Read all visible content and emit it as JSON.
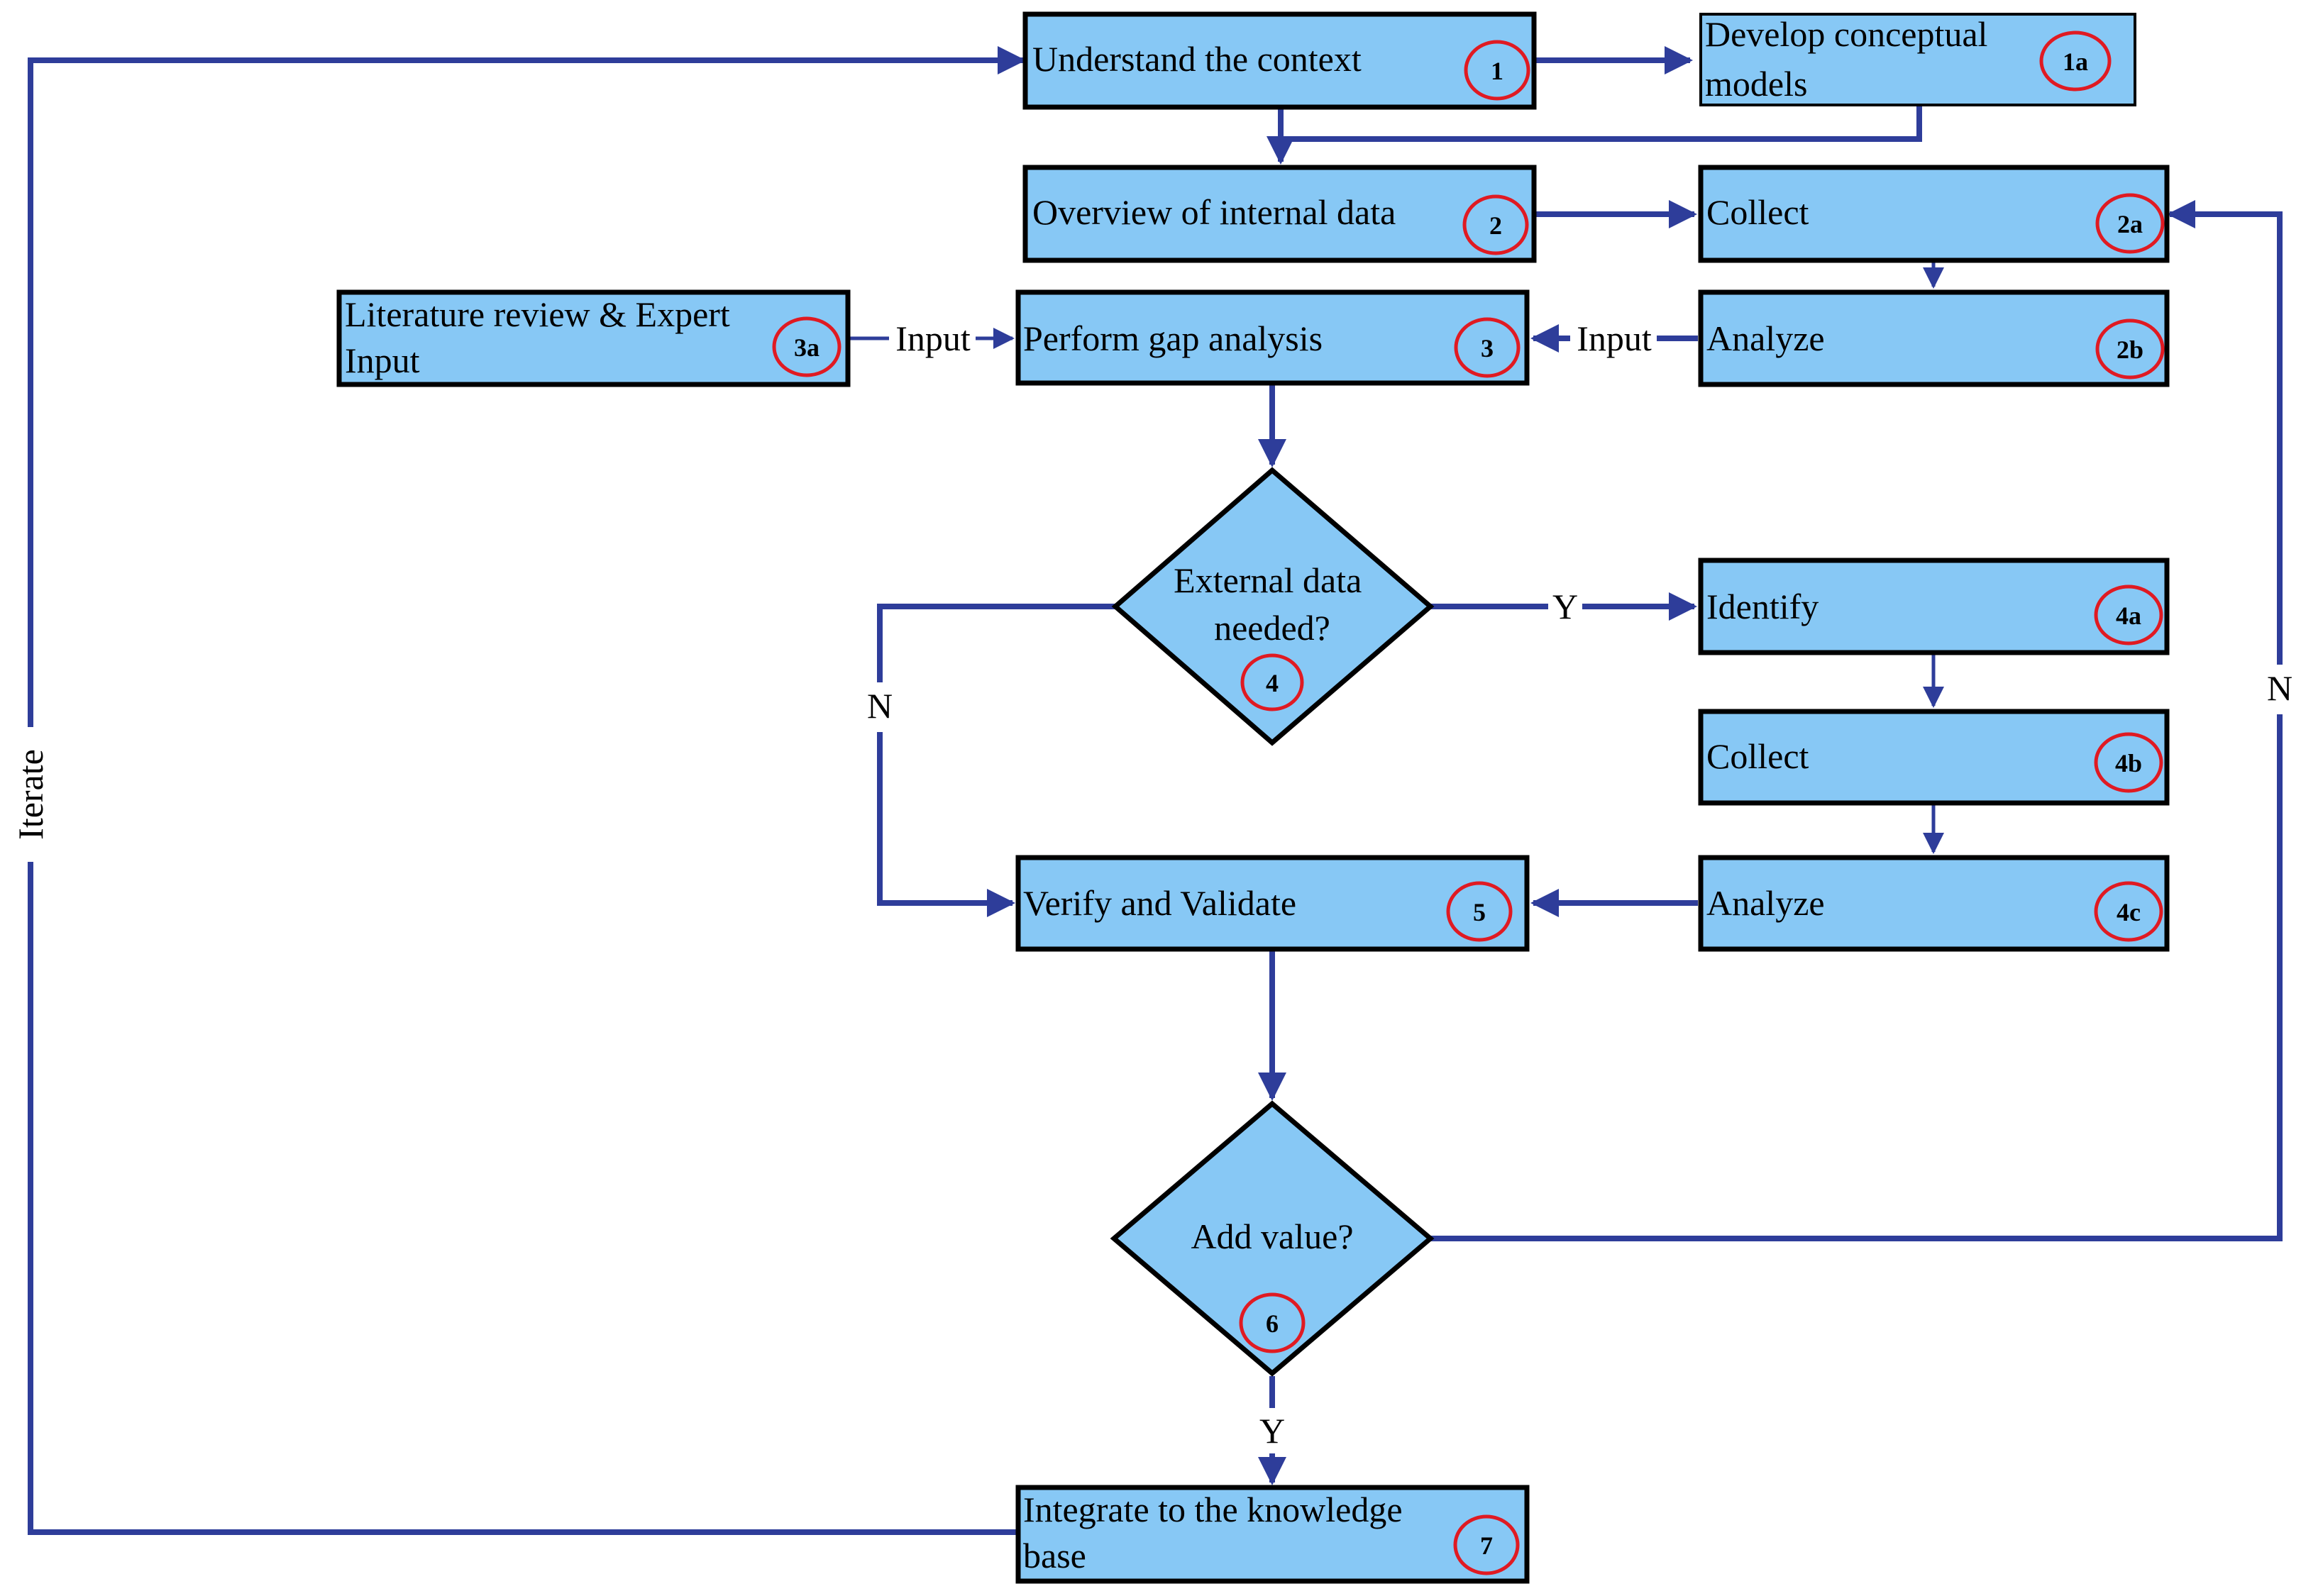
{
  "colors": {
    "box_fill": "#87c8f5",
    "box_stroke": "#000000",
    "connector": "#2e3d9a",
    "badge_ring": "#e01a22"
  },
  "nodes": {
    "n1": {
      "lines": [
        "Understand the context"
      ],
      "badge": "1"
    },
    "n1a": {
      "lines": [
        "Develop conceptual",
        "models"
      ],
      "badge": "1a"
    },
    "n2": {
      "lines": [
        "Overview of internal data"
      ],
      "badge": "2"
    },
    "n2a": {
      "lines": [
        "Collect"
      ],
      "badge": "2a"
    },
    "n2b": {
      "lines": [
        "Analyze"
      ],
      "badge": "2b"
    },
    "n3": {
      "lines": [
        "Perform gap analysis"
      ],
      "badge": "3"
    },
    "n3a": {
      "lines": [
        "Literature review & Expert",
        "Input"
      ],
      "badge": "3a"
    },
    "n4": {
      "lines": [
        "External data",
        "needed?"
      ],
      "badge": "4"
    },
    "n4a": {
      "lines": [
        "Identify"
      ],
      "badge": "4a"
    },
    "n4b": {
      "lines": [
        "Collect"
      ],
      "badge": "4b"
    },
    "n4c": {
      "lines": [
        "Analyze"
      ],
      "badge": "4c"
    },
    "n5": {
      "lines": [
        "Verify and Validate"
      ],
      "badge": "5"
    },
    "n6": {
      "lines": [
        "Add value?"
      ],
      "badge": "6"
    },
    "n7": {
      "lines": [
        "Integrate to the knowledge",
        "base"
      ],
      "badge": "7"
    }
  },
  "edge_labels": {
    "input_left": "Input",
    "input_right": "Input",
    "yes_external": "Y",
    "no_external": "N",
    "no_value": "N",
    "yes_value": "Y",
    "iterate": "Iterate"
  }
}
